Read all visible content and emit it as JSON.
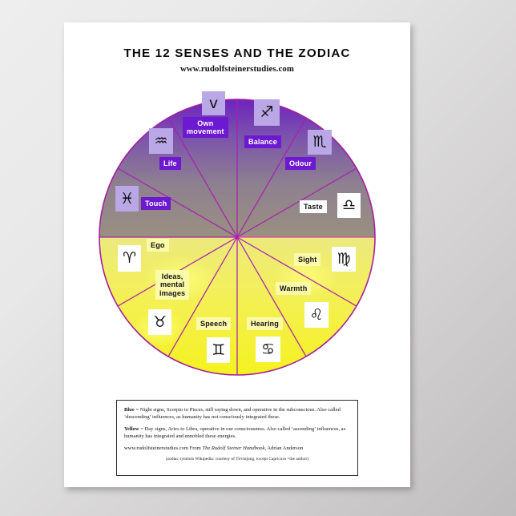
{
  "poster": {
    "title": "THE  12  SENSES  AND  THE  ZODIAC",
    "subtitle": "www.rudolfsteinerstudies.com"
  },
  "colors": {
    "blue_label_bg": "#6d19d2",
    "blue_label_text": "#ffffff",
    "yellow_label_bg": "#fbfaa8",
    "white_label_bg": "#fdfdfd",
    "glyph_blue_bg": "#b9a7e6",
    "spoke_line": "#a81fb0",
    "wheel_top": "#6d1fbe",
    "wheel_mid": "#9c9181",
    "wheel_bottom": "#f2ef2a"
  },
  "chart_data": {
    "type": "pie",
    "title": "THE  12  SENSES  AND  THE  ZODIAC",
    "subtitle": "www.rudolfsteinerstudies.com",
    "legend_position": "none",
    "grid": false,
    "categories": [
      "Capricorn",
      "Sagittarius",
      "Scorpio",
      "Libra",
      "Virgo",
      "Leo",
      "Cancer",
      "Gemini",
      "Taurus",
      "Aries",
      "Pisces",
      "Aquarius"
    ],
    "values": [
      30,
      30,
      30,
      30,
      30,
      30,
      30,
      30,
      30,
      30,
      30,
      30
    ],
    "series": [
      {
        "name": "12 senses",
        "values": [
          "Own movement",
          "Balance",
          "Odour",
          "Taste",
          "Sight",
          "Warmth",
          "Hearing",
          "Speech",
          "Ideas, mental images",
          "Ego",
          "Touch",
          "Life"
        ]
      }
    ],
    "sectors": [
      {
        "sign": "Capricorn",
        "glyph": "ᴠ",
        "sense": "Own movement",
        "group": "night",
        "label_style": "blue",
        "glyph_style": "blue"
      },
      {
        "sign": "Sagittarius",
        "glyph": "♐",
        "sense": "Balance",
        "group": "night",
        "label_style": "blue",
        "glyph_style": "blue"
      },
      {
        "sign": "Scorpio",
        "glyph": "♏",
        "sense": "Odour",
        "group": "night",
        "label_style": "blue",
        "glyph_style": "blue"
      },
      {
        "sign": "Libra",
        "glyph": "♎",
        "sense": "Taste",
        "group": "day",
        "label_style": "white",
        "glyph_style": "white"
      },
      {
        "sign": "Virgo",
        "glyph": "♍",
        "sense": "Sight",
        "group": "day",
        "label_style": "yellow",
        "glyph_style": "white"
      },
      {
        "sign": "Leo",
        "glyph": "♌",
        "sense": "Warmth",
        "group": "day",
        "label_style": "yellow",
        "glyph_style": "white"
      },
      {
        "sign": "Cancer",
        "glyph": "♋",
        "sense": "Hearing",
        "group": "day",
        "label_style": "yellow",
        "glyph_style": "white"
      },
      {
        "sign": "Gemini",
        "glyph": "♊",
        "sense": "Speech",
        "group": "day",
        "label_style": "yellow",
        "glyph_style": "white"
      },
      {
        "sign": "Taurus",
        "glyph": "♉",
        "sense": "Ideas, mental images",
        "group": "day",
        "label_style": "yellow",
        "glyph_style": "white"
      },
      {
        "sign": "Aries",
        "glyph": "♈",
        "sense": "Ego",
        "group": "day",
        "label_style": "yellow",
        "glyph_style": "white"
      },
      {
        "sign": "Pisces",
        "glyph": "♓",
        "sense": "Touch",
        "group": "night",
        "label_style": "blue",
        "glyph_style": "blue"
      },
      {
        "sign": "Aquarius",
        "glyph": "♒",
        "sense": "Life",
        "group": "night",
        "label_style": "blue",
        "glyph_style": "blue"
      }
    ]
  },
  "labels": {
    "own_movement": "Own\nmovement",
    "balance": "Balance",
    "odour": "Odour",
    "taste": "Taste",
    "sight": "Sight",
    "warmth": "Warmth",
    "hearing": "Hearing",
    "speech": "Speech",
    "ideas": "Ideas,\nmental\nimages",
    "ego": "Ego",
    "touch": "Touch",
    "life": "Life"
  },
  "glyphs": {
    "capricorn": "ᴠ",
    "sagittarius": "♐",
    "scorpio": "♏",
    "libra": "♎",
    "virgo": "♍",
    "leo": "♌",
    "cancer": "♋",
    "gemini": "♊",
    "taurus": "♉",
    "aries": "♈",
    "pisces": "♓",
    "aquarius": "♒"
  },
  "note": {
    "blue_word": "Blue",
    "blue_text": " = Night signs, Scorpio to Pisces, still raying down, and operative in the subconscious. Also called  ‘descending’ influences, as humanity has not consciously integrated these.",
    "yellow_word": "Yellow",
    "yellow_text": " = Day signs, Aries to Libra, operative in our consciousness. Also called ‘ascending’ influences, as humanity has integrated and ennobled these energies.",
    "source_site": "www.rudolfsteinerstudies.com",
    "source_from": "  From ",
    "source_book": "The Rudolf Steiner Handbook",
    "source_author": ", Adrian Anderson",
    "credit": "(zodiac symbols Wikipedia: courtesy of Tirvmjong,  except Capricorn =the author)"
  }
}
